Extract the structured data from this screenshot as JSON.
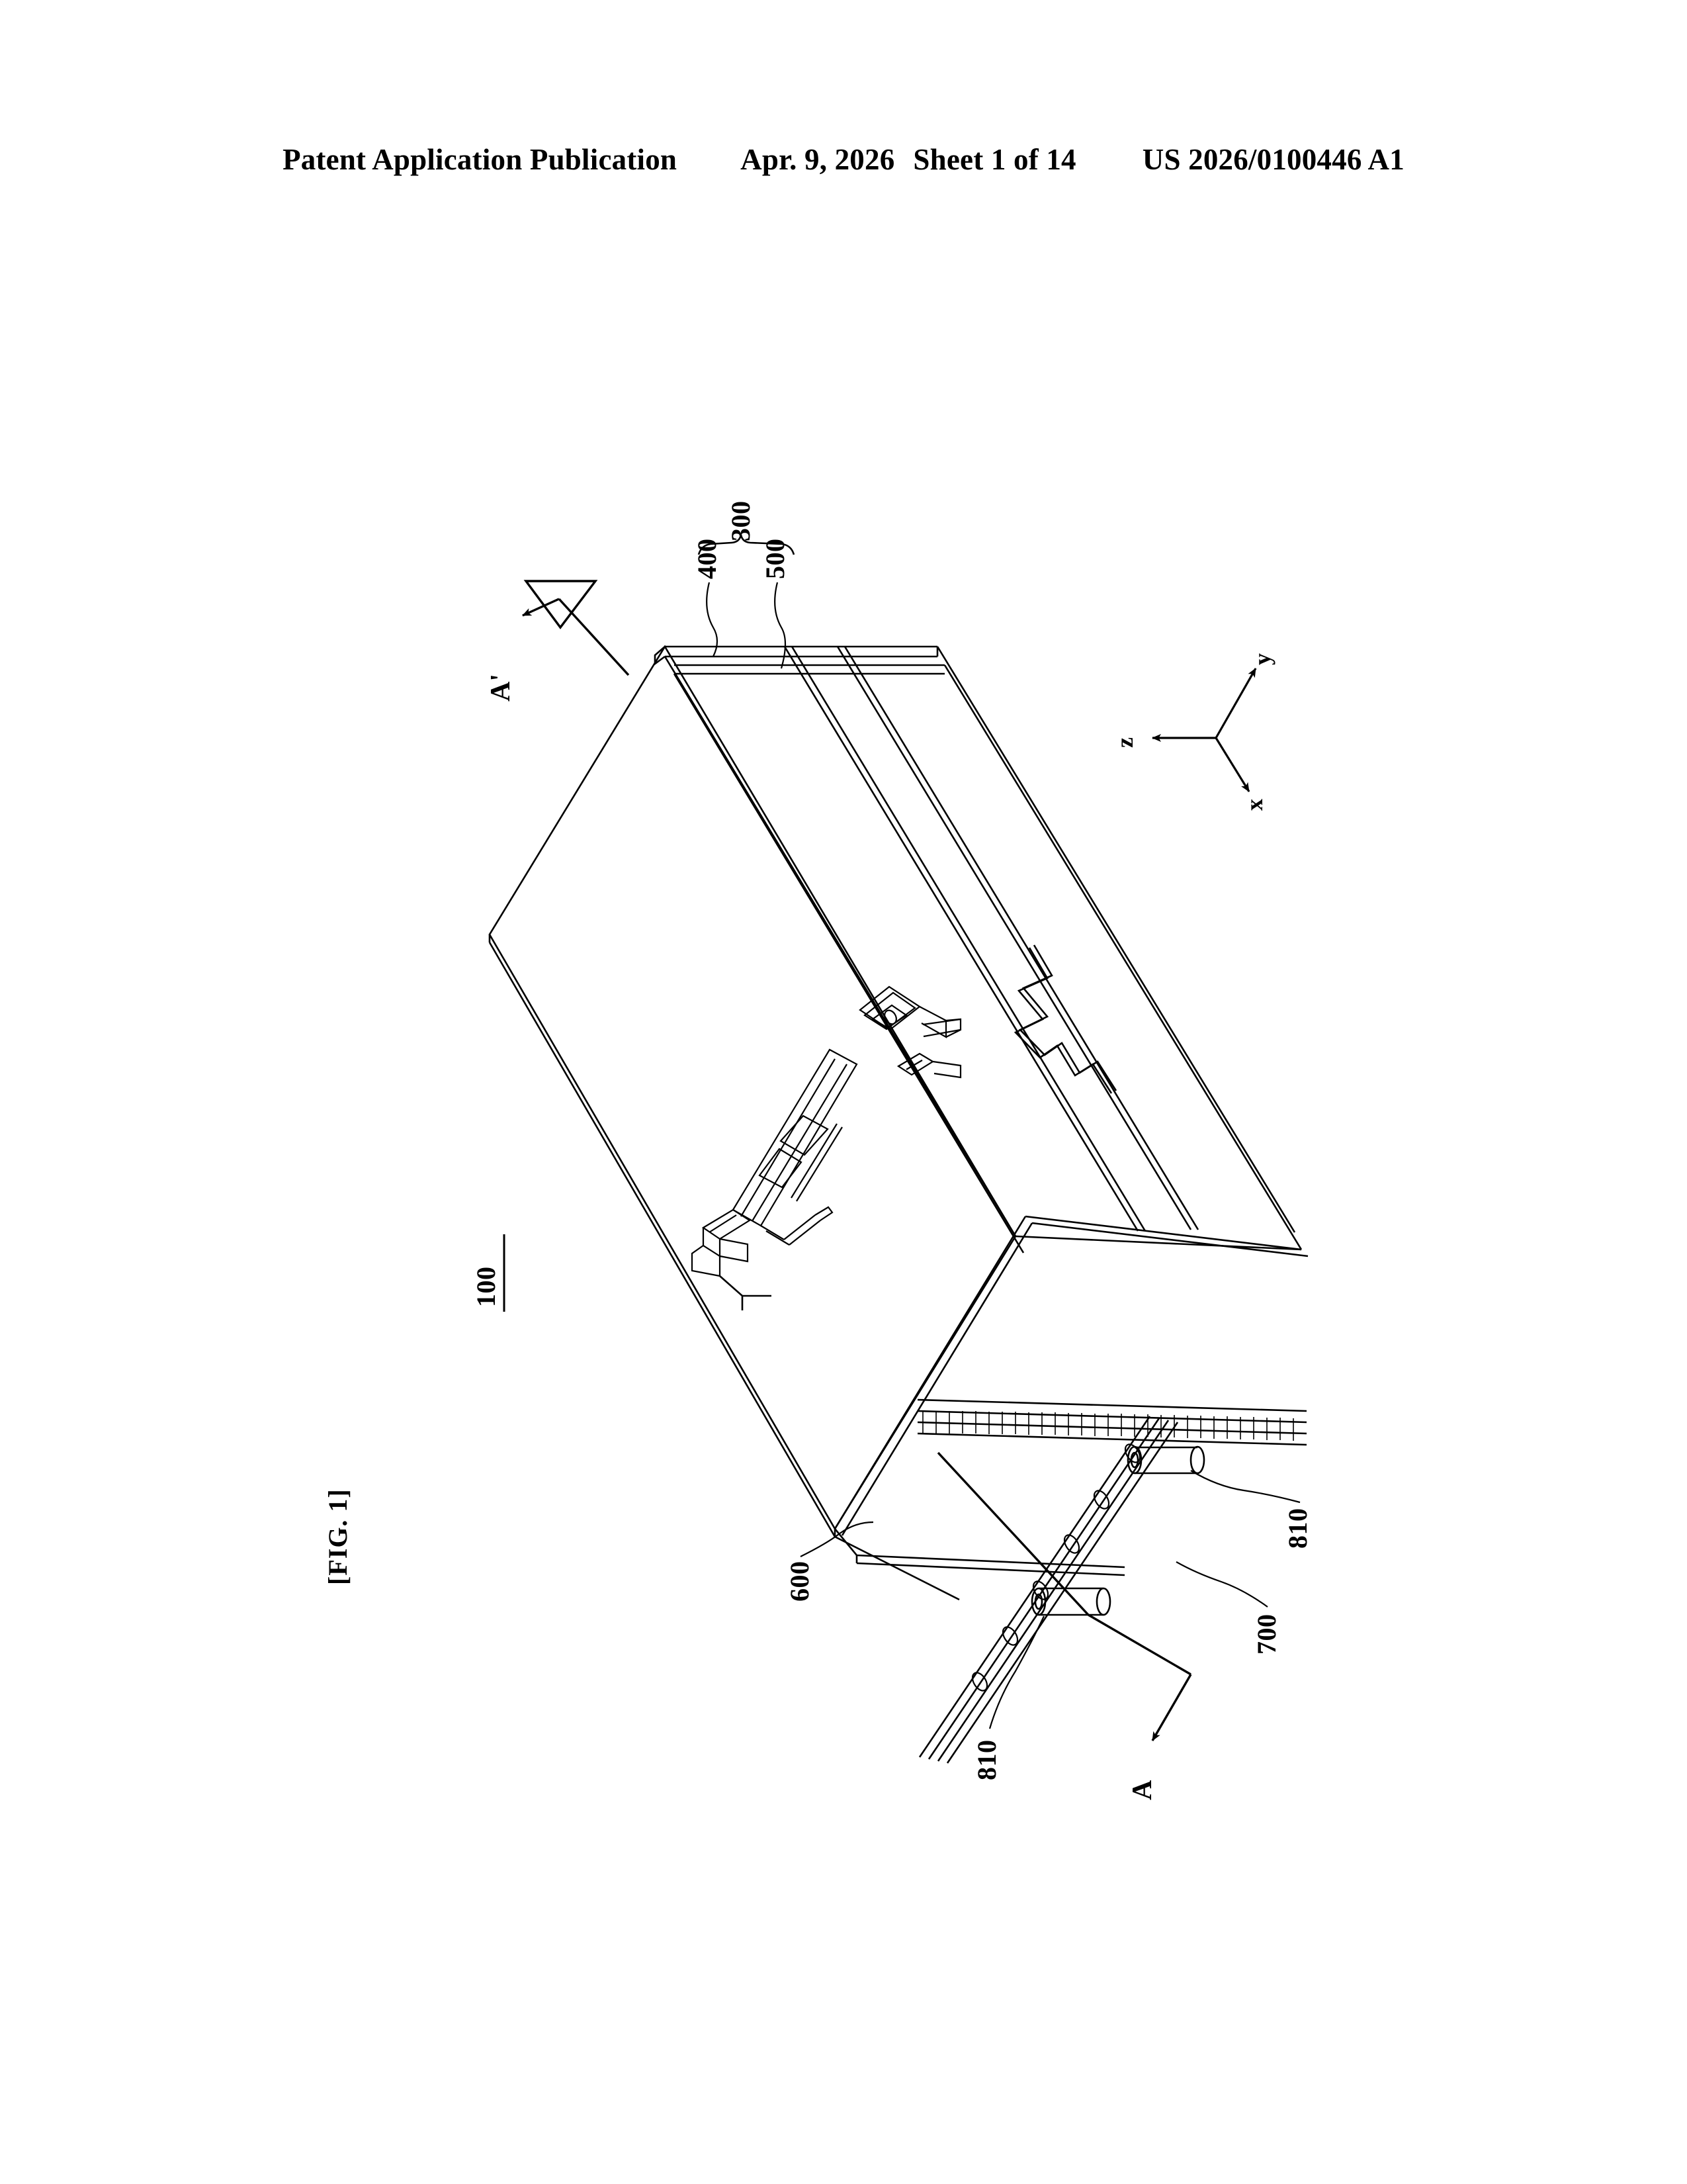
{
  "header": {
    "publication": "Patent Application Publication",
    "date": "Apr. 9, 2026",
    "sheet": "Sheet 1 of 14",
    "doc_number": "US 2026/0100446 A1"
  },
  "figure": {
    "label": "[FIG. 1]",
    "title_rotation": "-90deg",
    "description": "Isometric exploded-style view of a battery pack housing assembly"
  },
  "reference_numerals": {
    "assembly": "100",
    "cover_group": "300",
    "upper_plate": "400",
    "lower_plate": "500",
    "case_body": "600",
    "mounting_flange": "700",
    "bushing_left": "810",
    "bushing_right": "810"
  },
  "section_markers": {
    "start": "A",
    "end": "A'"
  },
  "axes": {
    "x": "x",
    "y": "y",
    "z": "z"
  },
  "colors": {
    "line": "#000000",
    "page": "#ffffff"
  }
}
